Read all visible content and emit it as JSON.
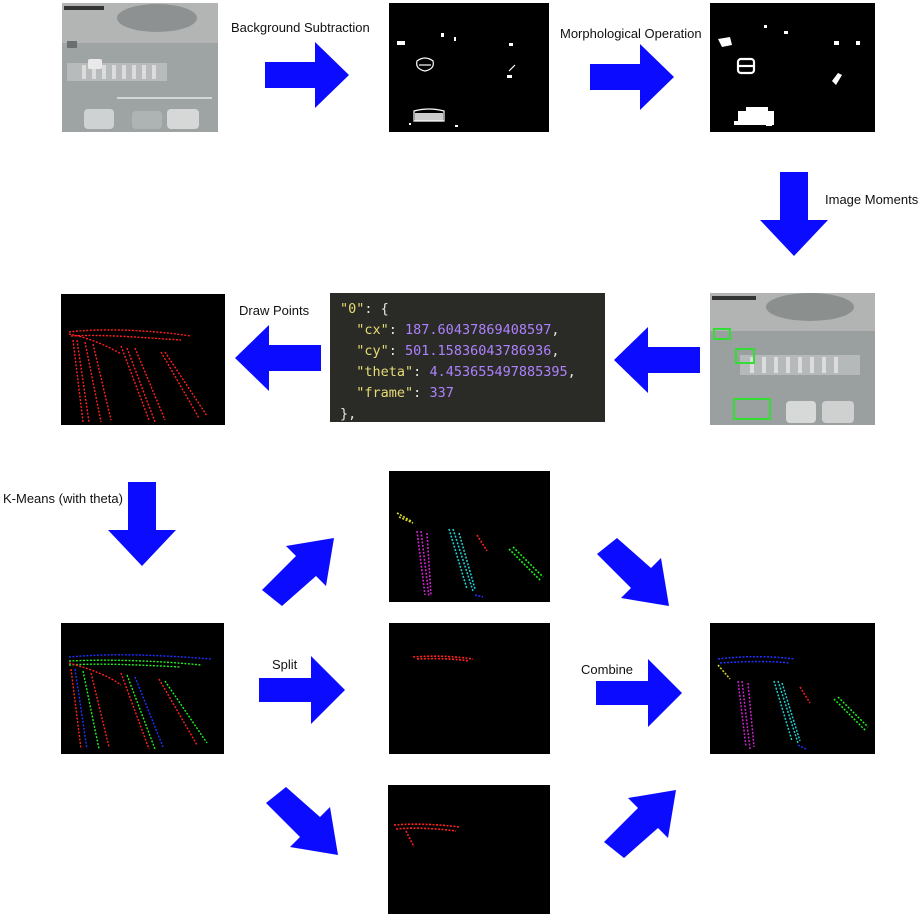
{
  "labels": {
    "background_subtraction": "Background Subtraction",
    "morphological_operation": "Morphological Operation",
    "image_moments": "Image Moments",
    "draw_points": "Draw Points",
    "kmeans": "K-Means (with theta)",
    "split": "Split",
    "combine": "Combine"
  },
  "moment_record": {
    "key": "\"0\"",
    "cx_key": "\"cx\"",
    "cx": "187.60437869408597",
    "cy_key": "\"cy\"",
    "cy": "501.15836043786936",
    "theta_key": "\"theta\"",
    "theta": "4.453655497885395",
    "frame_key": "\"frame\"",
    "frame": "337"
  },
  "colors": {
    "arrow": "#0b0bff",
    "panel_bg": "#000000",
    "code_bg": "#2a2b26",
    "code_key": "#e6db74",
    "code_number": "#ae81ff",
    "points_red": "#ff2020",
    "cluster_green": "#22ee22",
    "cluster_blue": "#2030ff",
    "cluster_magenta": "#cc22cc",
    "cluster_cyan": "#22cccc",
    "cluster_yellow": "#dddd22",
    "bbox_green": "#33dd33"
  },
  "icons": {
    "arrow": "block-arrow-icon"
  }
}
